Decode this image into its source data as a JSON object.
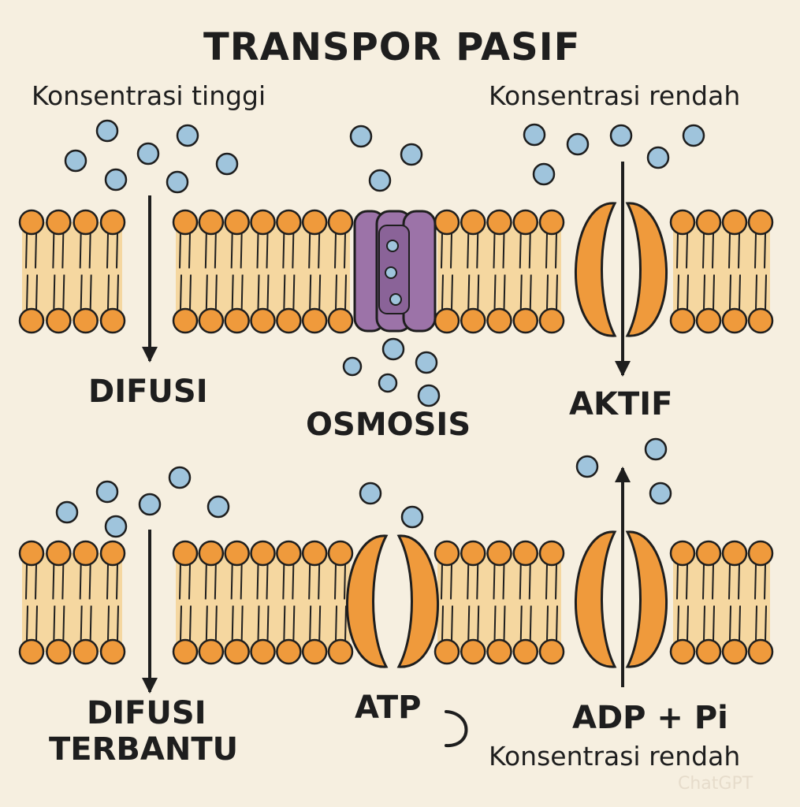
{
  "title": "TRANSPOR PASIF",
  "labels": {
    "high_concentration": "Konsentrasi tinggi",
    "low_concentration_top": "Konsentrasi rendah",
    "difusi": "DIFUSI",
    "osmosis": "OSMOSIS",
    "aktif": "AKTIF",
    "difusi_terbantu_1": "DIFUSI",
    "difusi_terbantu_2": "TERBANTU",
    "atp": "ATP",
    "adp_pi": "ADP + Pi",
    "low_concentration_bottom": "Konsentrasi rendah"
  },
  "watermark": "ChatGPT",
  "colors": {
    "background": "#f6efe0",
    "phospholipid_head": "#ef9a3c",
    "tail_fill": "#f5d7a0",
    "channel_protein": "#9c73a8",
    "carrier_protein": "#ef9a3c",
    "molecule": "#9fc4dc",
    "outline": "#1e1e1e"
  }
}
